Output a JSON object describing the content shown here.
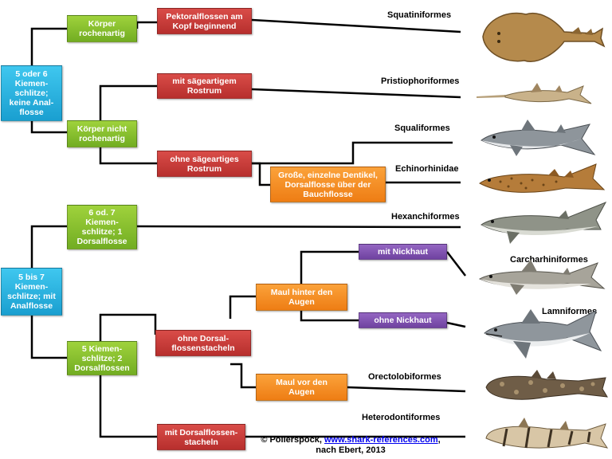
{
  "nodes": {
    "n_5or6": "5 oder 6\nKiemen-\nschlitze;\nkeine Anal-\nflosse",
    "n_rochenartig": "Körper\nrochenartig",
    "n_nicht_rochenartig": "Körper nicht\nrochenartig",
    "n_pektoral": "Pektoralflossen am\nKopf beginnend",
    "n_saege": "mit sägeartigem\nRostrum",
    "n_ohne_saege": "ohne sägeartiges\nRostrum",
    "n_dentikel": "Große, einzelne Dentikel,\nDorsalflosse über der\nBauchflosse",
    "n_5bis7": "5 bis 7\nKiemen-\nschlitze;  mit\nAnalflosse",
    "n_6od7": "6 od. 7\nKiemen-\nschlitze; 1\nDorsalflosse",
    "n_5kiemen": "5 Kiemen-\nschlitze; 2\nDorsalflossen",
    "n_ohne_dorsal": "ohne Dorsal-\nflossenstacheln",
    "n_mit_dorsal": "mit Dorsalflossen-\nstacheln",
    "n_maul_hinter": "Maul hinter den\nAugen",
    "n_maul_vor": "Maul vor den\nAugen",
    "n_mit_nick": "mit Nickhaut",
    "n_ohne_nick": "ohne Nickhaut"
  },
  "taxa": {
    "squatini": "Squatiniformes",
    "pristio": "Pristiophoriformes",
    "squali": "Squaliformes",
    "echino": "Echinorhinidae",
    "hexanchi": "Hexanchiformes",
    "carcha": "Carcharhiniformes",
    "lamni": "Lamniformes",
    "orecto": "Orectolobiformes",
    "hetero": "Heterodontiformes"
  },
  "credit": {
    "prefix": "© Pollerspöck, ",
    "link": "www.shark-references.com",
    "suffix": ",",
    "line2": "nach Ebert, 2013"
  },
  "colors": {
    "cyan": "#25aee0",
    "green": "#86c22b",
    "red": "#c93b38",
    "orange": "#f5901f",
    "purple": "#7d52b0"
  }
}
